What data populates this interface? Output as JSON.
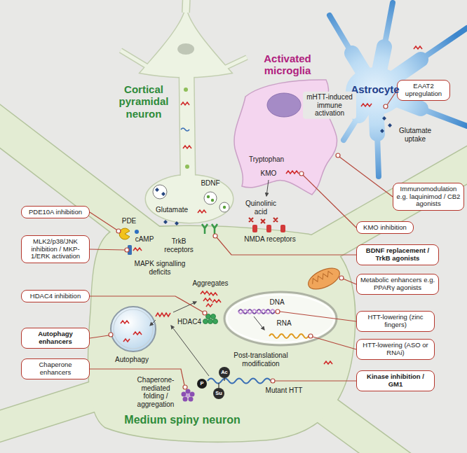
{
  "diagram": {
    "nodes": [
      {
        "text": [
          "PDE10A inhibition"
        ]
      },
      {
        "text": [
          "MLK2/p38/JNK inhibition / MKP-1/ERK activation"
        ]
      },
      {
        "text": [
          "HDAC4 inhibition"
        ]
      },
      {
        "text": [
          "Autophagy enhancers"
        ]
      },
      {
        "text": [
          "Chaperone enhancers"
        ]
      },
      {
        "text": [
          "EAAT2 upregulation"
        ]
      },
      {
        "text": [
          "Immunomodulation e.g. laquinimod / CB2 agonists"
        ]
      },
      {
        "text": [
          "KMO inhibition"
        ]
      },
      {
        "text": [
          "BDNF replacement / TrkB agonists"
        ]
      },
      {
        "text": [
          "Metabolic enhancers e.g. PPARγ agonists"
        ]
      },
      {
        "text": [
          "HTT-lowering (zinc fingers)"
        ]
      },
      {
        "text": [
          "HTT-lowering (ASO or RNAi)"
        ]
      },
      {
        "text": [
          "Kinase inhibition / GM1"
        ]
      }
    ],
    "labels": [
      "Cortical pyramidal neuron",
      "Activated microglia",
      "Astrocyte",
      "mHTT-induced immune activation",
      "Glutamate uptake",
      "Tryptophan",
      "KMO",
      "BDNF",
      "Glutamate",
      "Quinolinic acid",
      "PDE",
      "cAMP",
      "NMDA receptors",
      "TrkB receptors",
      "MAPK signalling deficits",
      "Aggregates",
      "HDAC4",
      "DNA",
      "RNA",
      "Autophagy",
      "Post-translational modification",
      "Ac",
      "P",
      "Mutant HTT",
      "Chaperone-mediated folding / aggregation",
      "Su",
      "Medium spiny neuron"
    ]
  }
}
